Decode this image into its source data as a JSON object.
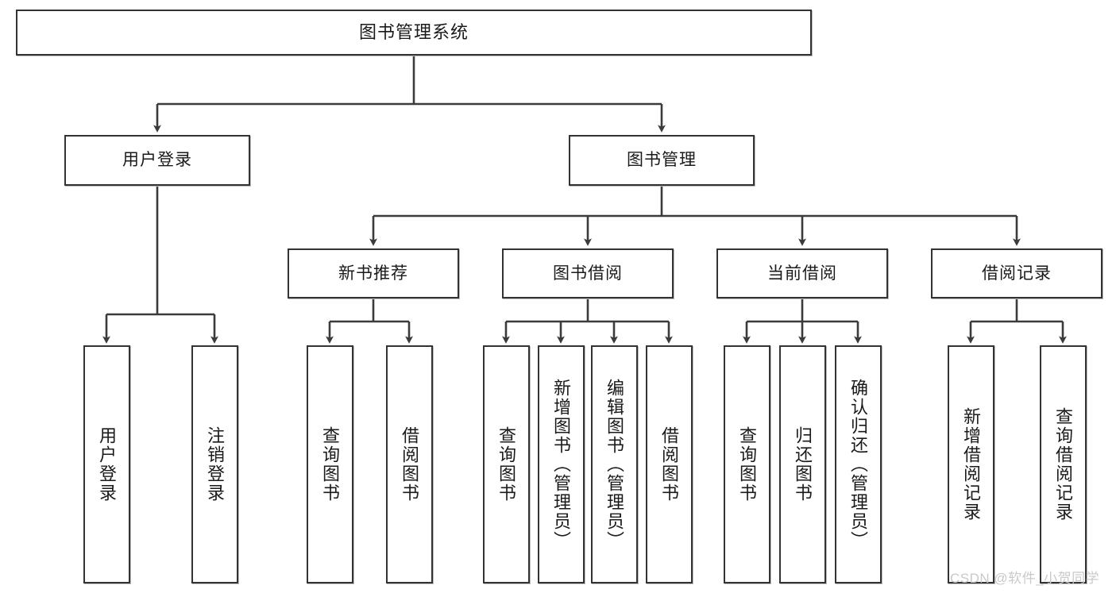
{
  "diagram": {
    "title": "图书管理系统",
    "type": "tree",
    "watermark": "CSDN @软件_小贺同学",
    "colors": {
      "node_border": "#333333",
      "node_fill": "#ffffff",
      "edge": "#3b3b3b",
      "text": "#1a1a1a",
      "watermark": "#c9c9c9"
    },
    "nodes": {
      "root": {
        "label": "图书管理系统"
      },
      "level1": [
        {
          "id": "user-login",
          "label": "用户登录"
        },
        {
          "id": "book-manage",
          "label": "图书管理"
        }
      ],
      "level2": [
        {
          "id": "new-book-rec",
          "label": "新书推荐"
        },
        {
          "id": "book-borrow",
          "label": "图书借阅"
        },
        {
          "id": "current-borrow",
          "label": "当前借阅"
        },
        {
          "id": "borrow-record",
          "label": "借阅记录"
        }
      ],
      "leaves": {
        "user-login": [
          {
            "id": "leaf-user-login",
            "label": "用户登录"
          },
          {
            "id": "leaf-user-logout",
            "label": "注销登录"
          }
        ],
        "new-book-rec": [
          {
            "id": "leaf-query-book-1",
            "label": "查询图书"
          },
          {
            "id": "leaf-borrow-book-1",
            "label": "借阅图书"
          }
        ],
        "book-borrow": [
          {
            "id": "leaf-query-book-2",
            "label": "查询图书"
          },
          {
            "id": "leaf-add-book",
            "label": "新增图书（管理员）"
          },
          {
            "id": "leaf-edit-book",
            "label": "编辑图书（管理员）"
          },
          {
            "id": "leaf-borrow-book-2",
            "label": "借阅图书"
          }
        ],
        "current-borrow": [
          {
            "id": "leaf-query-book-3",
            "label": "查询图书"
          },
          {
            "id": "leaf-return-book",
            "label": "归还图书"
          },
          {
            "id": "leaf-confirm-return",
            "label": "确认归还（管理员）"
          }
        ],
        "borrow-record": [
          {
            "id": "leaf-add-record",
            "label": "新增借阅记录"
          },
          {
            "id": "leaf-query-record",
            "label": "查询借阅记录"
          }
        ]
      }
    }
  }
}
